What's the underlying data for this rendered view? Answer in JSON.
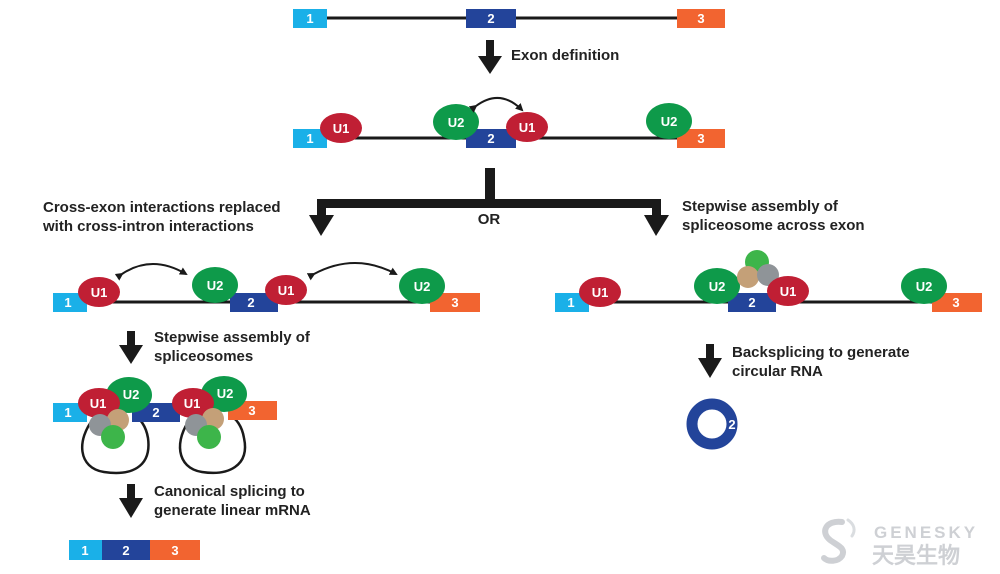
{
  "colors": {
    "exon1": "#1ab0e8",
    "exon2": "#23449a",
    "exon3": "#f26430",
    "u1": "#c01f34",
    "u2": "#0e9a4a",
    "factor_green": "#3db54a",
    "factor_tan": "#c4a078",
    "factor_grey": "#8f9498",
    "line": "#1a1a1a",
    "watermark": "#c9ccd0"
  },
  "exons": {
    "e1": "1",
    "e2": "2",
    "e3": "3"
  },
  "snrnp": {
    "u1": "U1",
    "u2": "U2"
  },
  "steps": {
    "exon_definition": "Exon definition",
    "or_label": "OR",
    "cross_exon_line1": "Cross-exon interactions replaced",
    "cross_exon_line2": "with cross-intron interactions",
    "stepwise_exon_line1": "Stepwise assembly of",
    "stepwise_exon_line2": "spliceosome across exon",
    "stepwise_spliceosomes_line1": "Stepwise assembly of",
    "stepwise_spliceosomes_line2": "spliceosomes",
    "backsplicing_line1": "Backsplicing to generate",
    "backsplicing_line2": "circular RNA",
    "canonical_line1": "Canonical splicing to",
    "canonical_line2": "generate linear mRNA"
  },
  "watermark": {
    "brand": "GENESKY",
    "brand_cn": "天昊生物"
  }
}
